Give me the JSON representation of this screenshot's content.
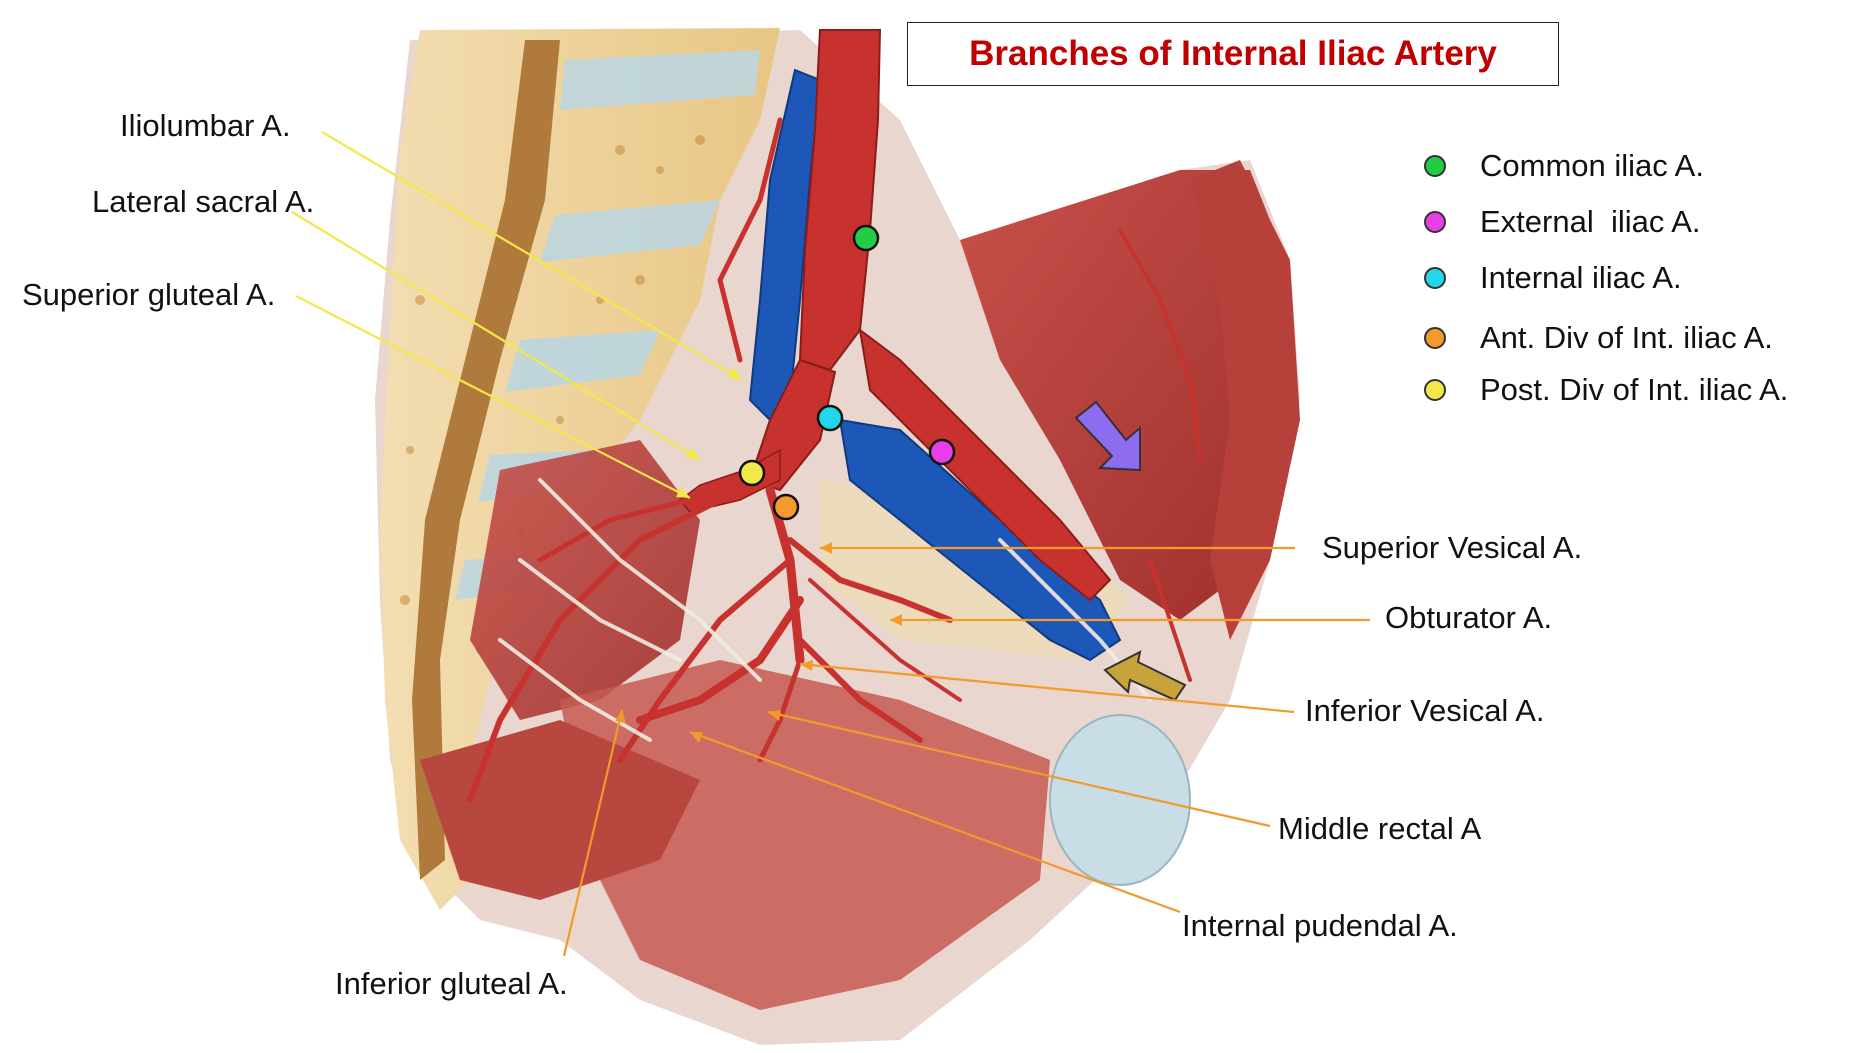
{
  "title": "Branches of Internal Iliac Artery",
  "colors": {
    "title": "#c00000",
    "posterior_leader": "#f2e84a",
    "anterior_leader": "#f39a2c",
    "artery": "#c8322e",
    "vein": "#1d57b8"
  },
  "legend": [
    {
      "label": "Common iliac A.",
      "color": "#22cc44"
    },
    {
      "label": "External  iliac A.",
      "color": "#e83ee8"
    },
    {
      "label": "Internal iliac A.",
      "color": "#22d8e8"
    },
    {
      "label": "Ant. Div of Int. iliac A.",
      "color": "#f39a2c"
    },
    {
      "label": "Post. Div of Int. iliac A.",
      "color": "#f2e84a"
    }
  ],
  "labels": {
    "iliolumbar": "Iliolumbar A.",
    "lateral_sacral": "Lateral sacral A.",
    "superior_gluteal": "Superior gluteal A.",
    "superior_vesical": "Superior Vesical A.",
    "obturator": "Obturator A.",
    "inferior_vesical": "Inferior Vesical A.",
    "middle_rectal": "Middle rectal A",
    "internal_pudendal": "Internal pudendal A.",
    "inferior_gluteal": "Inferior gluteal A."
  },
  "markers": [
    {
      "name": "common-iliac-marker",
      "color": "#22cc44"
    },
    {
      "name": "external-iliac-marker",
      "color": "#e83ee8"
    },
    {
      "name": "internal-iliac-marker",
      "color": "#22d8e8"
    },
    {
      "name": "anterior-division-marker",
      "color": "#f39a2c"
    },
    {
      "name": "posterior-division-marker",
      "color": "#f2e84a"
    }
  ]
}
